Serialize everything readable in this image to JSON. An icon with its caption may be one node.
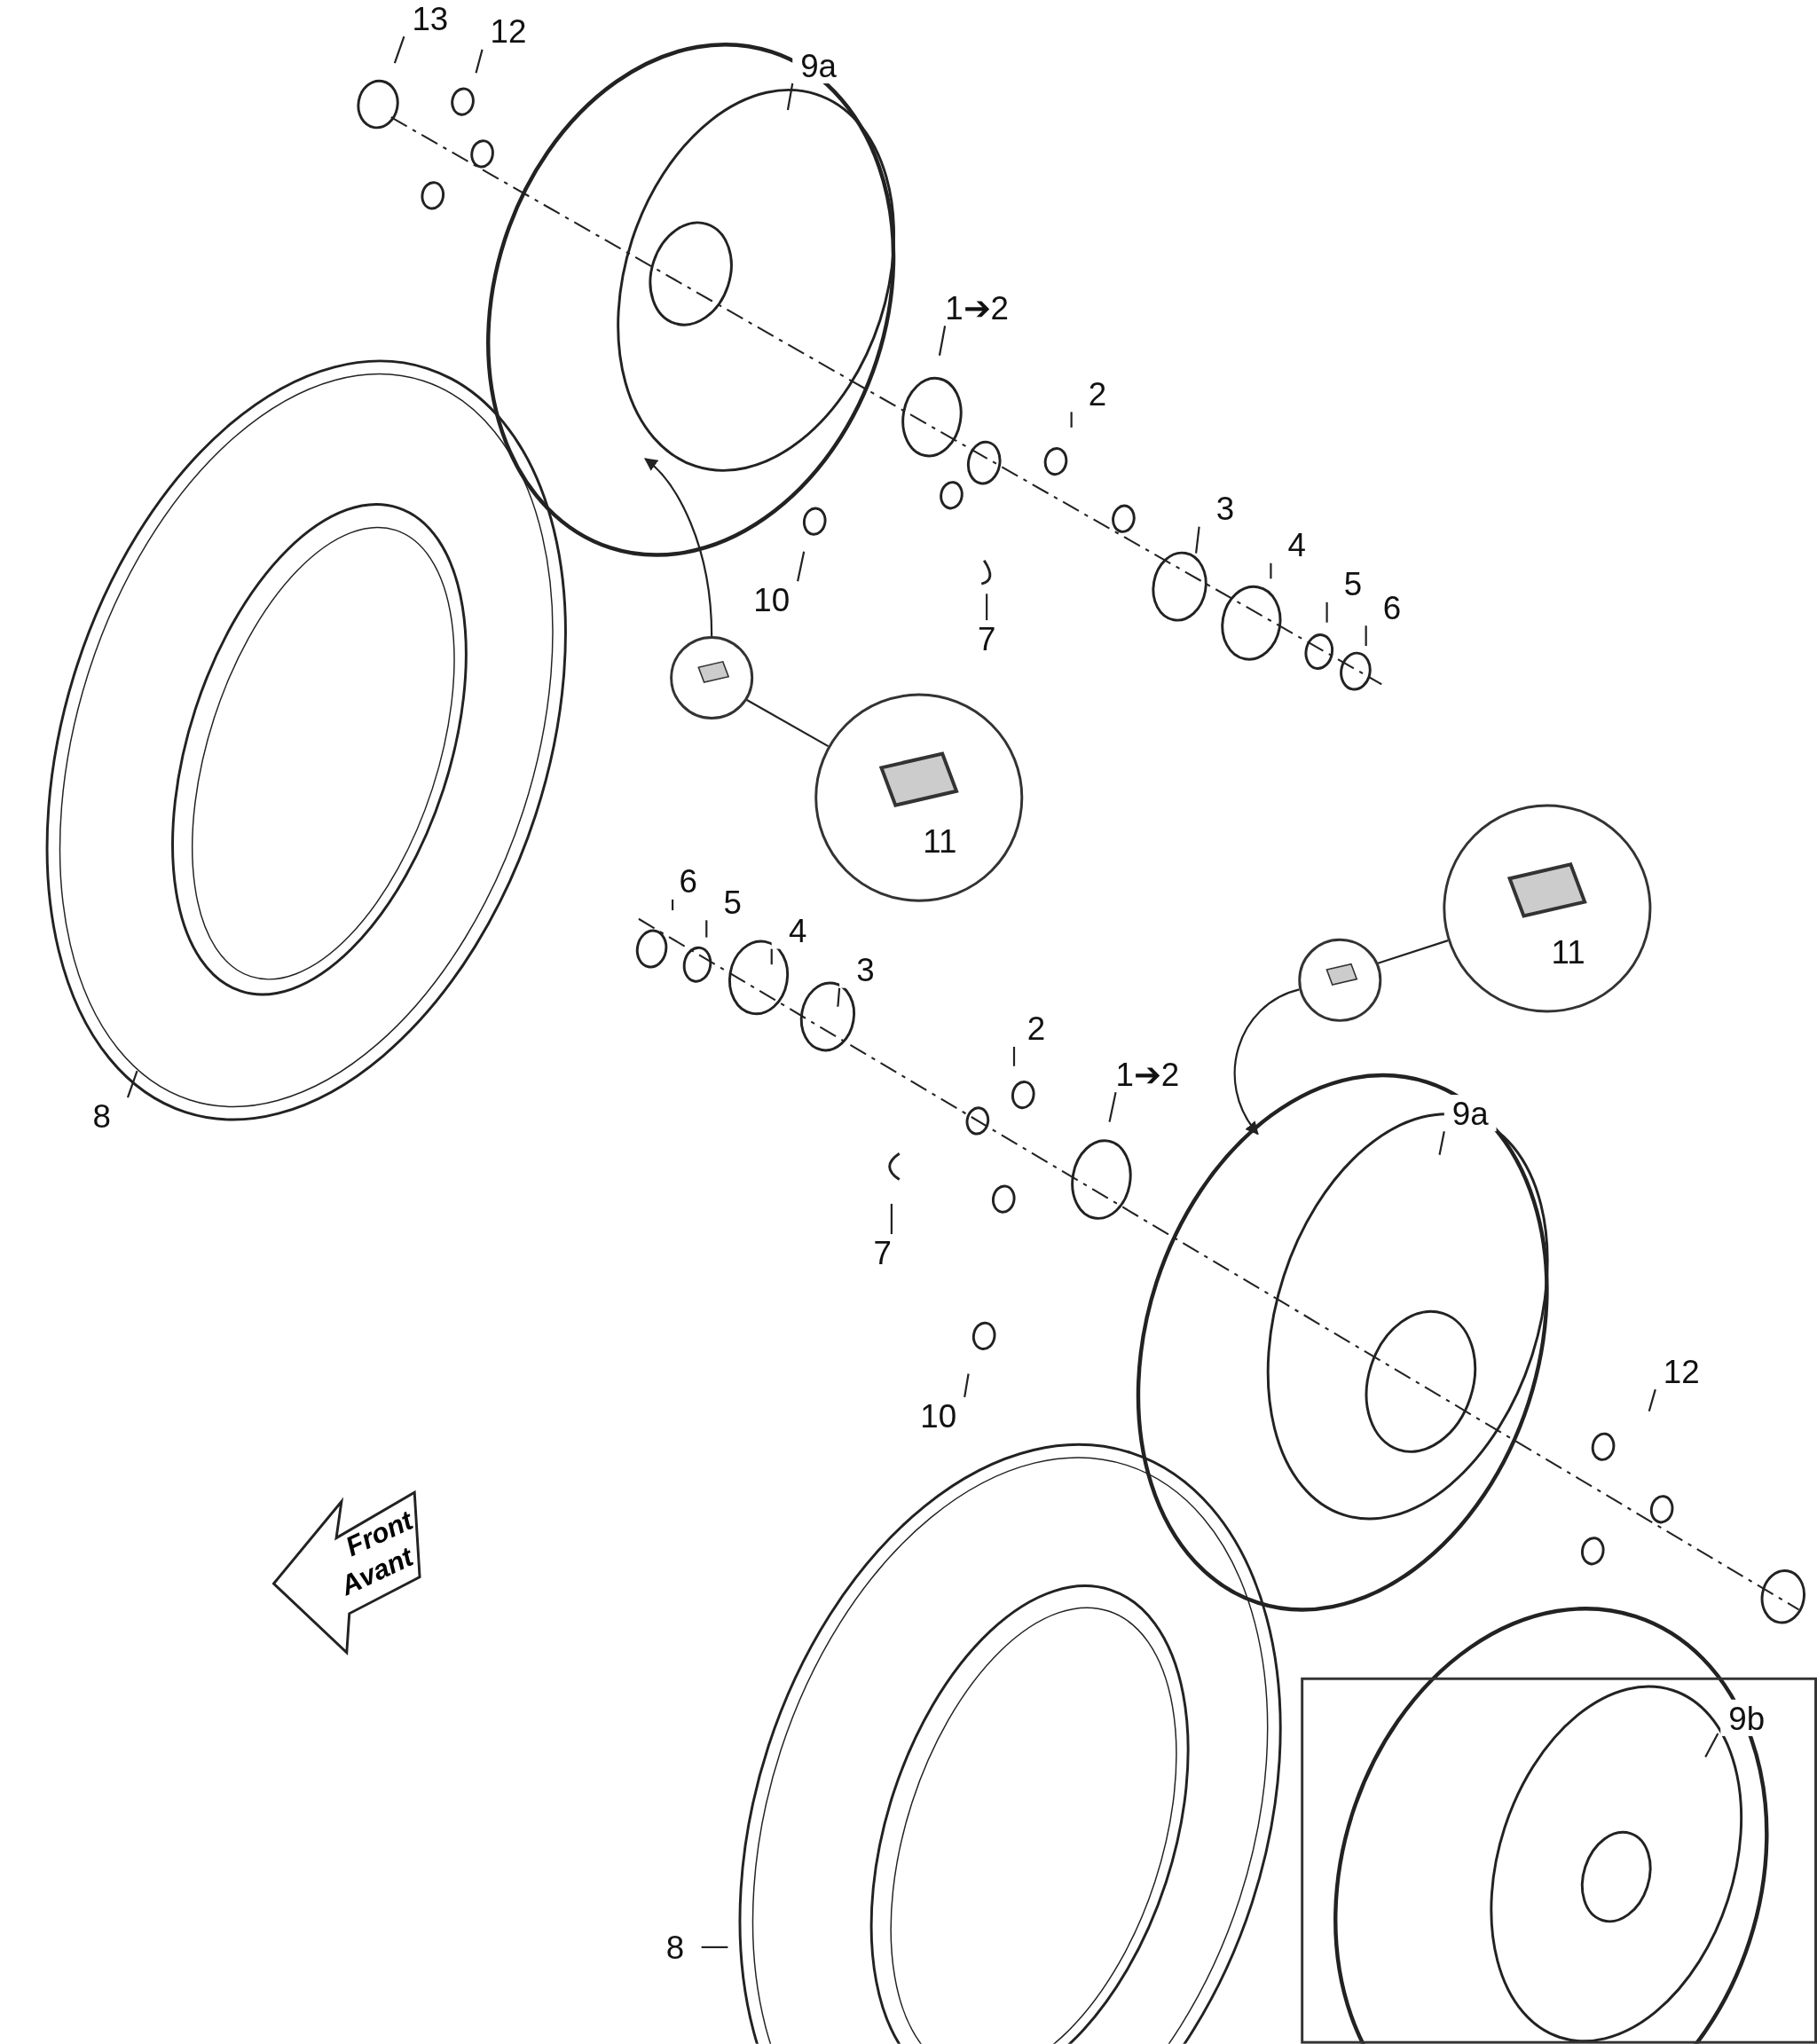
{
  "diagram": {
    "nodes": [
      {
        "text": [
          "13"
        ]
      },
      {
        "text": [
          "12"
        ]
      },
      {
        "text": [
          "9a"
        ]
      },
      {
        "text": [
          "1➔2"
        ]
      },
      {
        "text": [
          "2"
        ]
      },
      {
        "text": [
          "3"
        ]
      },
      {
        "text": [
          "4"
        ]
      },
      {
        "text": [
          "5"
        ]
      },
      {
        "text": [
          "6"
        ]
      },
      {
        "text": [
          "10"
        ]
      },
      {
        "text": [
          "7"
        ]
      },
      {
        "text": [
          "8"
        ]
      },
      {
        "text": [],
        "shape": "circle"
      },
      {
        "text": [
          "11"
        ]
      },
      {
        "text": [
          "11"
        ]
      },
      {
        "text": [],
        "shape": "circle"
      },
      {
        "text": [
          "6"
        ]
      },
      {
        "text": [
          "5"
        ]
      },
      {
        "text": [
          "4"
        ]
      },
      {
        "text": [
          "3"
        ]
      },
      {
        "text": [
          "2"
        ]
      },
      {
        "text": [
          "1➔2"
        ]
      },
      {
        "text": [
          "9a"
        ]
      },
      {
        "text": [
          "7"
        ]
      },
      {
        "text": [
          "10"
        ]
      },
      {
        "text": [
          "12"
        ]
      },
      {
        "text": [
          "8"
        ]
      },
      {
        "text": [],
        "shape": "box"
      },
      {
        "text": [
          "9b"
        ],
        "in": 27
      }
    ],
    "edges": [
      {
        "from": 0,
        "to": null,
        "arrow": "none"
      },
      {
        "from": 1,
        "to": null,
        "arrow": "none"
      },
      {
        "from": 2,
        "to": null,
        "arrow": "none"
      },
      {
        "from": 3,
        "to": null,
        "arrow": "none"
      },
      {
        "from": 4,
        "to": null,
        "arrow": "none"
      },
      {
        "from": 5,
        "to": null,
        "arrow": "none"
      },
      {
        "from": 6,
        "to": null,
        "arrow": "none"
      },
      {
        "from": 7,
        "to": null,
        "arrow": "none"
      },
      {
        "from": 8,
        "to": null,
        "arrow": "none"
      },
      {
        "from": 9,
        "to": null,
        "arrow": "none"
      },
      {
        "from": 10,
        "to": null,
        "arrow": "none"
      },
      {
        "from": 11,
        "to": null,
        "arrow": "none"
      },
      {
        "from": 12,
        "to": 13,
        "arrow": "none"
      },
      {
        "from": 12,
        "to": null,
        "arrow": "to"
      },
      {
        "from": 15,
        "to": 14,
        "arrow": "none"
      },
      {
        "from": 15,
        "to": null,
        "arrow": "to"
      },
      {
        "from": 16,
        "to": null,
        "arrow": "none"
      },
      {
        "from": 17,
        "to": null,
        "arrow": "none"
      },
      {
        "from": 18,
        "to": null,
        "arrow": "none"
      },
      {
        "from": 19,
        "to": null,
        "arrow": "none"
      },
      {
        "from": 20,
        "to": null,
        "arrow": "none"
      },
      {
        "from": 21,
        "to": null,
        "arrow": "none"
      },
      {
        "from": 22,
        "to": null,
        "arrow": "none"
      },
      {
        "from": 23,
        "to": null,
        "arrow": "none"
      },
      {
        "from": 24,
        "to": null,
        "arrow": "none"
      },
      {
        "from": 25,
        "to": null,
        "arrow": "none"
      },
      {
        "from": 26,
        "to": null,
        "arrow": "none"
      },
      {
        "from": 28,
        "to": null,
        "arrow": "none"
      }
    ],
    "labels": [
      "Front",
      "Avant"
    ]
  }
}
